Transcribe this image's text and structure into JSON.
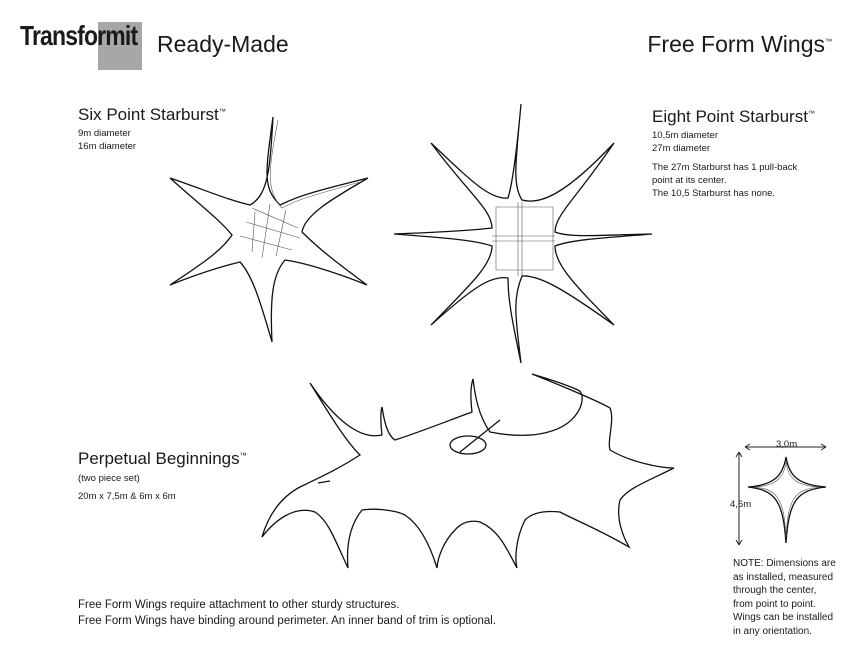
{
  "header": {
    "brand": "Transformit",
    "title": "Ready-Made",
    "product_line": "Free Form Wings",
    "trademark": "™"
  },
  "six_point": {
    "name": "Six Point Starburst",
    "tm": "™",
    "sizes": [
      "9m diameter",
      "16m diameter"
    ]
  },
  "eight_point": {
    "name": "Eight Point Starburst",
    "tm": "™",
    "sizes": [
      "10,5m diameter",
      "27m diameter"
    ],
    "notes": [
      "The 27m Starburst has 1 pull-back",
      "point at its center.",
      "The 10,5 Starburst has none."
    ]
  },
  "perpetual": {
    "name": "Perpetual Beginnings",
    "tm": "™",
    "set": "(two piece set)",
    "sizes": "20m x 7,5m  & 6m x 6m"
  },
  "dimension_diagram": {
    "width_label": "3,0m",
    "height_label": "4,6m"
  },
  "note": {
    "lines": [
      "NOTE: Dimensions are",
      "as installed, measured",
      "through the center,",
      "from point to point.",
      "Wings can be installed",
      "in any orientation."
    ]
  },
  "footer": {
    "lines": [
      "Free Form Wings require attachment to other sturdy structures.",
      "Free Form Wings have binding around perimeter. An inner band of trim is optional."
    ]
  }
}
